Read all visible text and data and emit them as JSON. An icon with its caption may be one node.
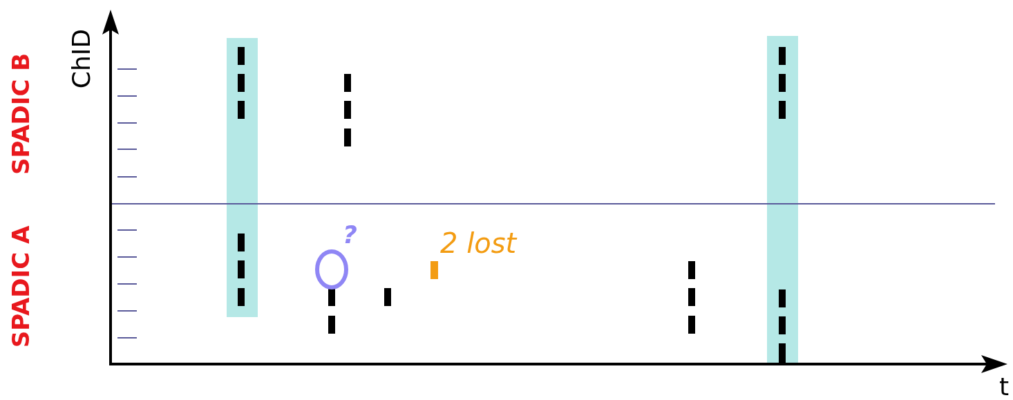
{
  "diagram": {
    "labels": [
      "ChID",
      "SPADIC B",
      "SPADIC A",
      "?",
      "2 lost",
      "t"
    ]
  }
}
